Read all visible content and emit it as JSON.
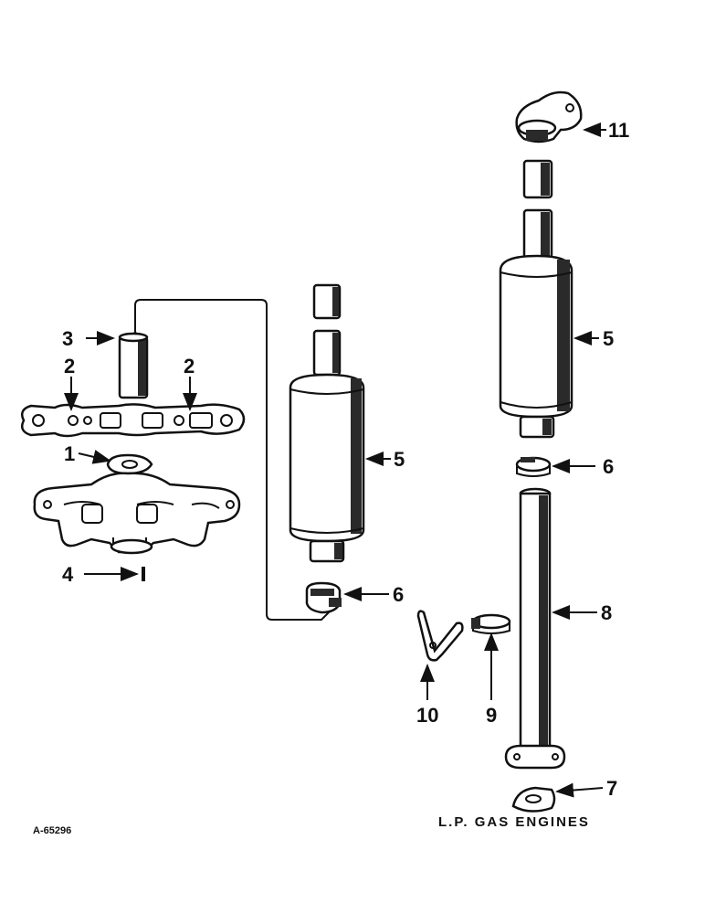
{
  "callouts": {
    "c1": "1",
    "c2a": "2",
    "c2b": "2",
    "c3": "3",
    "c4": "4",
    "c5a": "5",
    "c5b": "5",
    "c6a": "6",
    "c6b": "6",
    "c7": "7",
    "c8": "8",
    "c9": "9",
    "c10": "10",
    "c11": "11"
  },
  "figure_id": "A-65296",
  "caption": "L.P. GAS ENGINES"
}
